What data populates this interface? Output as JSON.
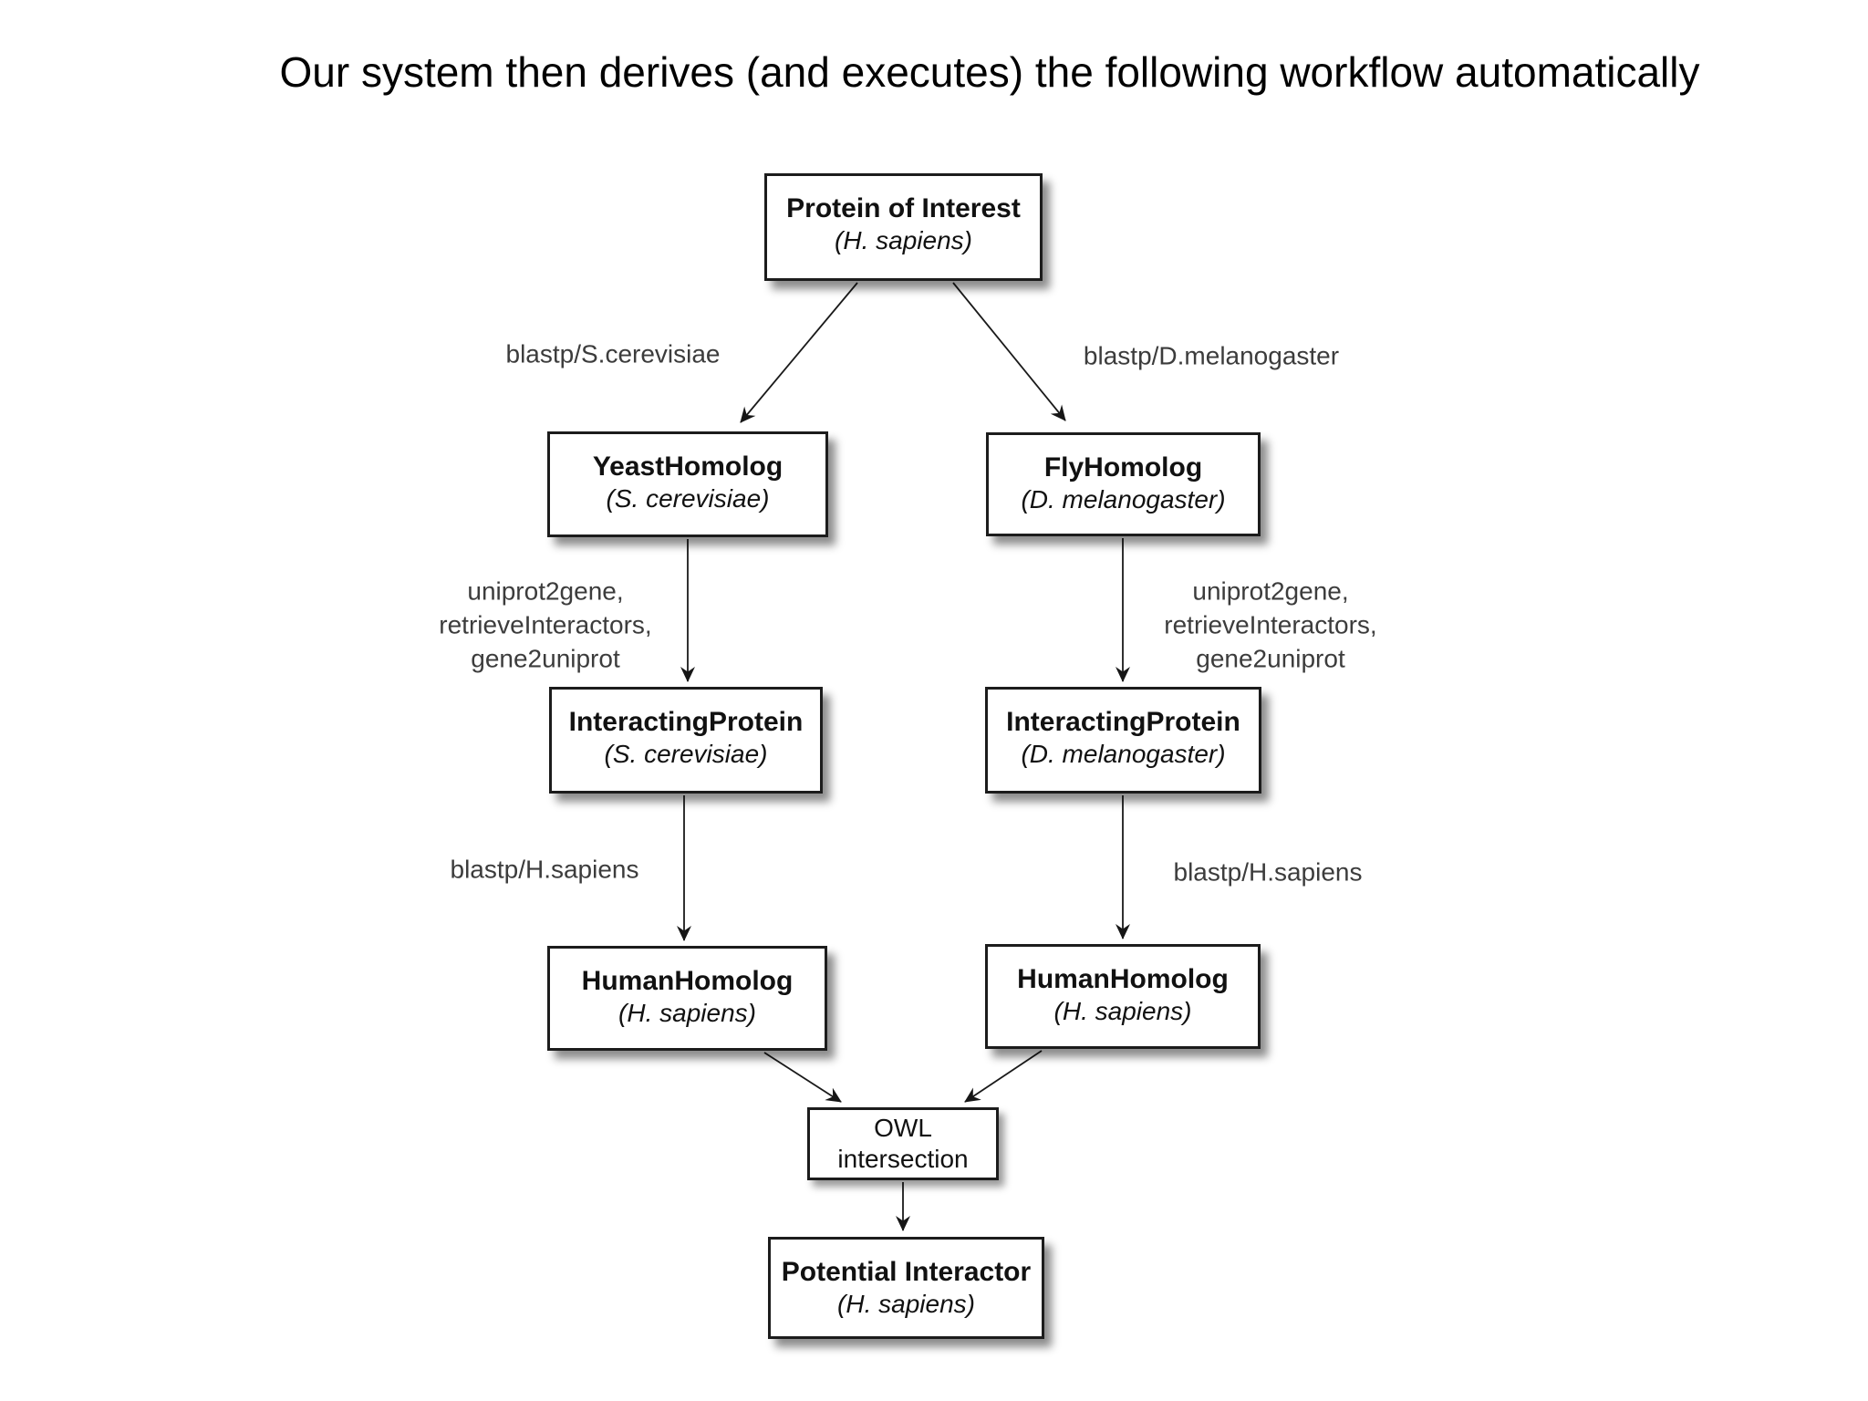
{
  "slide": {
    "title": "Our system then derives (and executes) the following workflow automatically"
  },
  "nodes": {
    "protein_of_interest": {
      "title": "Protein of Interest",
      "subtitle": "(H. sapiens)"
    },
    "yeast_homolog": {
      "title": "YeastHomolog",
      "subtitle": "(S. cerevisiae)"
    },
    "fly_homolog": {
      "title": "FlyHomolog",
      "subtitle": "(D. melanogaster)"
    },
    "interacting_protein_yeast": {
      "title": "InteractingProtein",
      "subtitle": "(S. cerevisiae)"
    },
    "interacting_protein_fly": {
      "title": "InteractingProtein",
      "subtitle": "(D. melanogaster)"
    },
    "human_homolog_left": {
      "title": "HumanHomolog",
      "subtitle": "(H. sapiens)"
    },
    "human_homolog_right": {
      "title": "HumanHomolog",
      "subtitle": "(H. sapiens)"
    },
    "owl_intersection": {
      "title": "OWL\nintersection"
    },
    "potential_interactor": {
      "title": "Potential Interactor",
      "subtitle": "(H. sapiens)"
    }
  },
  "edge_labels": {
    "blastp_yeast": "blastp/S.cerevisiae",
    "blastp_fly": "blastp/D.melanogaster",
    "uniprot_left": "uniprot2gene,\nretrieveInteractors,\ngene2uniprot",
    "uniprot_right": "uniprot2gene,\nretrieveInteractors,\ngene2uniprot",
    "blastp_human_left": "blastp/H.sapiens",
    "blastp_human_right": "blastp/H.sapiens"
  },
  "colors": {
    "background": "#ffffff",
    "box_border": "#1c1c1c",
    "box_fill": "#ffffff",
    "text": "#111111",
    "edge_label_text": "#3c3c3c"
  }
}
